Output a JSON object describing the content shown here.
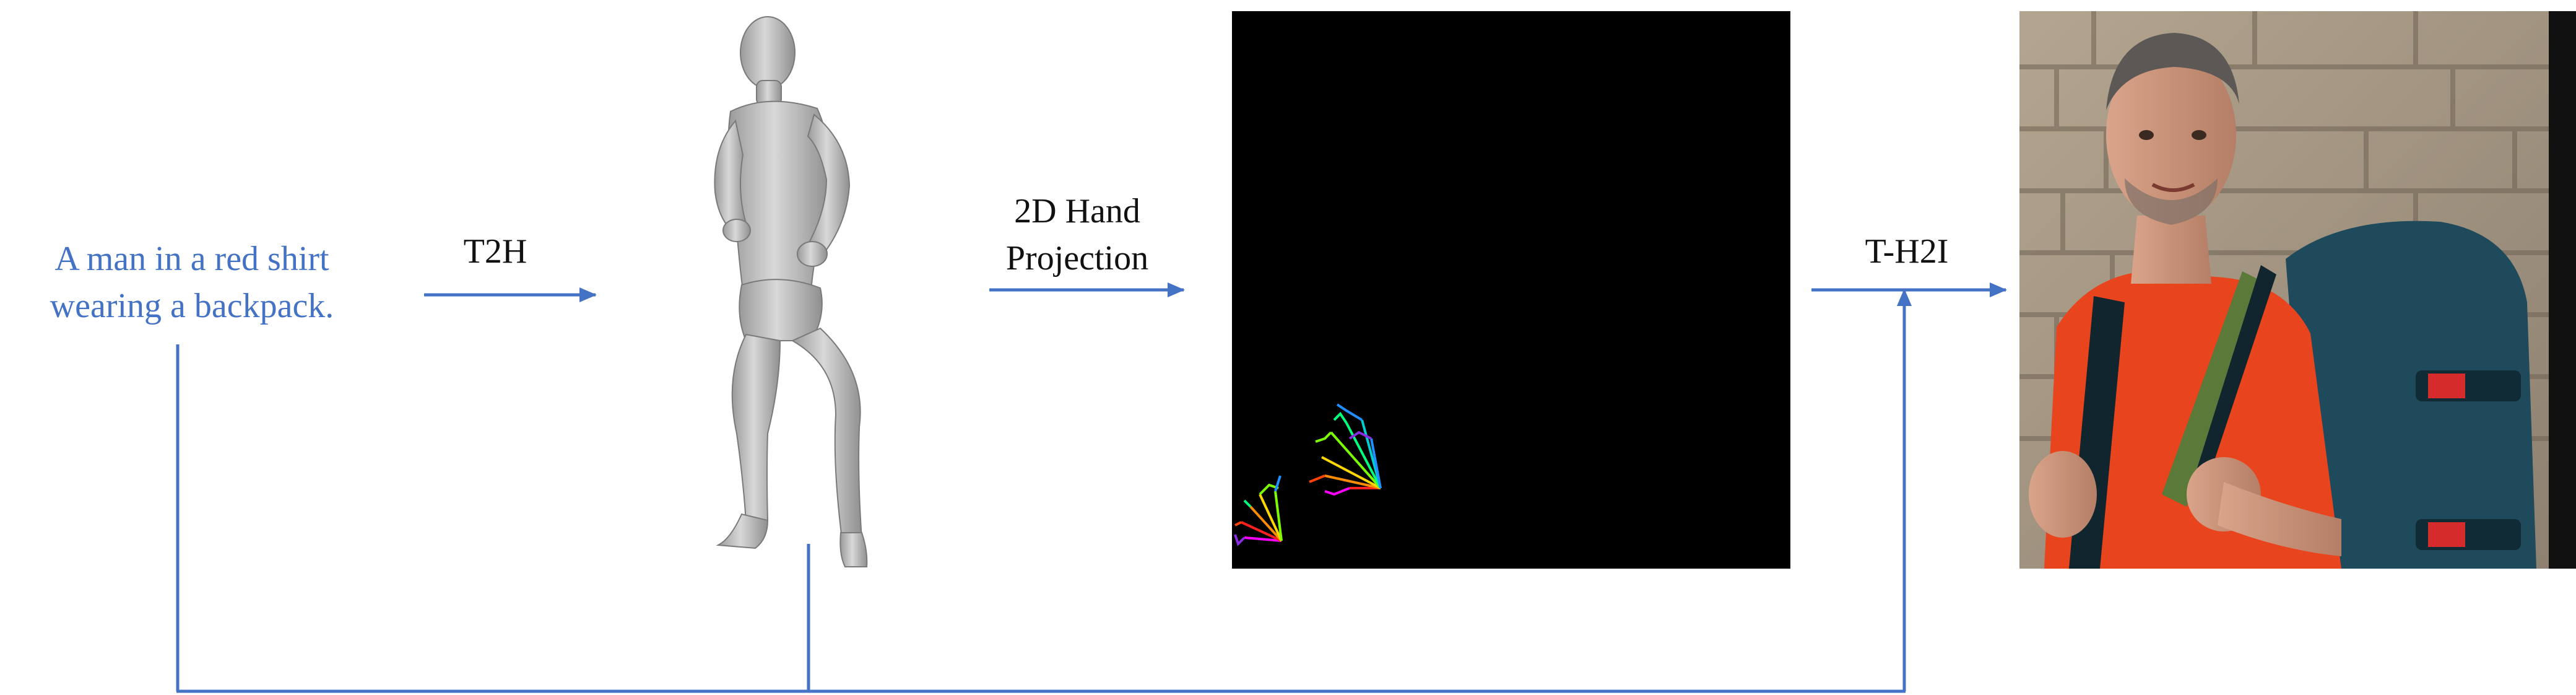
{
  "diagram": {
    "input_text": {
      "line1": "A man in a red shirt",
      "line2": "wearing a backpack."
    },
    "steps": {
      "t2h": "T2H",
      "projection_line1": "2D Hand",
      "projection_line2": "Projection",
      "th2i": "T-H2I"
    }
  },
  "colors": {
    "flow": "#4472C4",
    "input_text": "#4472C4",
    "label_text": "#111111",
    "pose_background": "#000000",
    "human_mesh": "#c9c9c9",
    "shirt": "#e8441e",
    "backpack": "#1f4a5c",
    "wall": "#a89a86"
  },
  "icons": {
    "human_mesh": "3d-human-mesh-render",
    "pose_map": "2d-hand-keypoint-map",
    "output_image": "generated-photo-man-red-shirt-backpack"
  }
}
